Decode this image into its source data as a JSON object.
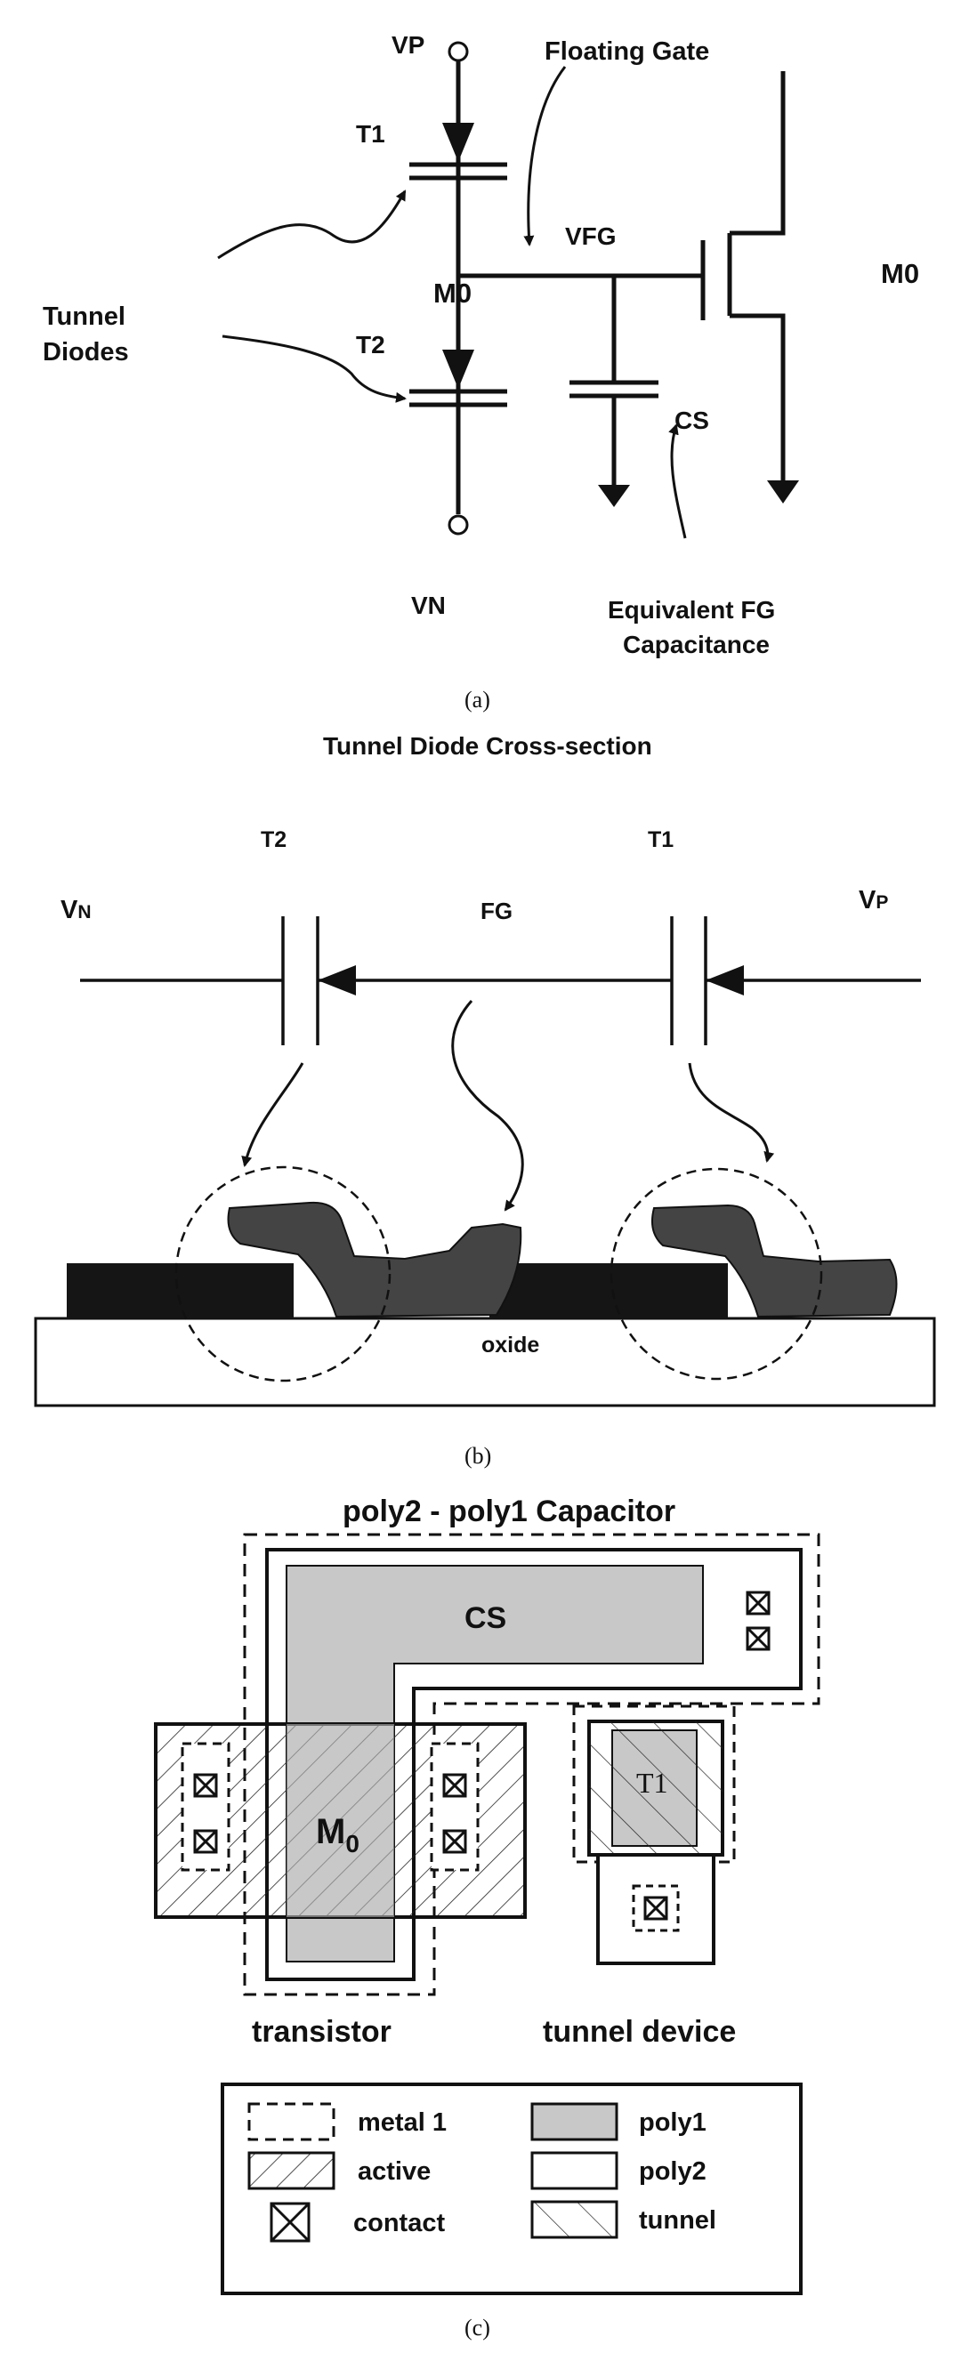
{
  "panel_a": {
    "vp": "VP",
    "floating_gate": "Floating  Gate",
    "t1": "T1",
    "m0_node": "M0",
    "vfg": "VFG",
    "m0_transistor": "M0",
    "tunnel_line1": "Tunnel",
    "tunnel_line2": "Diodes",
    "t2": "T2",
    "cs": "CS",
    "vn": "VN",
    "eq_line1": "Equivalent FG",
    "eq_line2": "Capacitance",
    "caption": "(a)"
  },
  "panel_b": {
    "title": "Tunnel Diode Cross-section",
    "t2": "T2",
    "t1": "T1",
    "vn_main": "V",
    "vn_sub": "N",
    "fg": "FG",
    "vp_main": "V",
    "vp_sub": "P",
    "oxide": "oxide",
    "caption": "(b)"
  },
  "panel_c": {
    "title": "poly2 - poly1 Capacitor",
    "cs": "CS",
    "m0_main": "M",
    "m0_sub": "0",
    "t1": "T1",
    "transistor": "transistor",
    "tunnel_device": "tunnel device",
    "legend": {
      "metal1": "metal 1",
      "active": "active",
      "contact": "contact",
      "poly1": "poly1",
      "poly2": "poly2",
      "tunnel": "tunnel"
    },
    "caption": "(c)"
  }
}
